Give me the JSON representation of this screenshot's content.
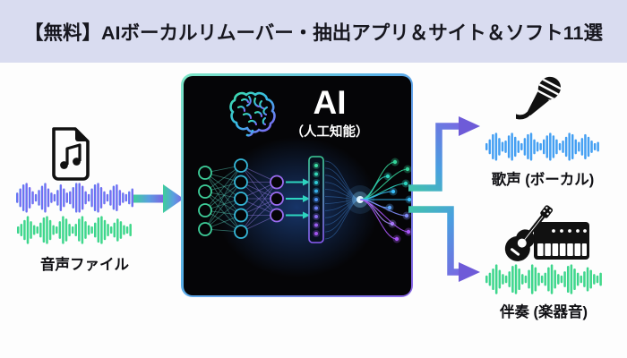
{
  "title": "【無料】AIボーカルリムーバー・抽出アプリ＆サイト＆ソフト11選",
  "input_group": {
    "label": "音声ファイル",
    "icon": "music-file-icon"
  },
  "ai_box": {
    "heading": "AI",
    "subtitle": "（人工知能）",
    "icon": "brain-icon"
  },
  "outputs": {
    "vocal": {
      "label": "歌声 (ボーカル)",
      "icon": "microphone-icon",
      "waveform_color": "#3e97f0"
    },
    "instrumental": {
      "label": "伴奏 (楽器音)",
      "icon": "guitar-keyboard-icon",
      "waveform_color": "#3bd392"
    }
  },
  "colors": {
    "banner_bg": "#d9dcf0",
    "banner_text": "#17171f",
    "canvas_bg": "#fdfdfd",
    "ai_box_bg": "#050507",
    "accent_green": "#3ecf9a",
    "accent_blue": "#4a9fe0",
    "accent_purple": "#7e62e2",
    "input_wave_start": "#4b87f0",
    "input_wave_end": "#8d5df2"
  }
}
